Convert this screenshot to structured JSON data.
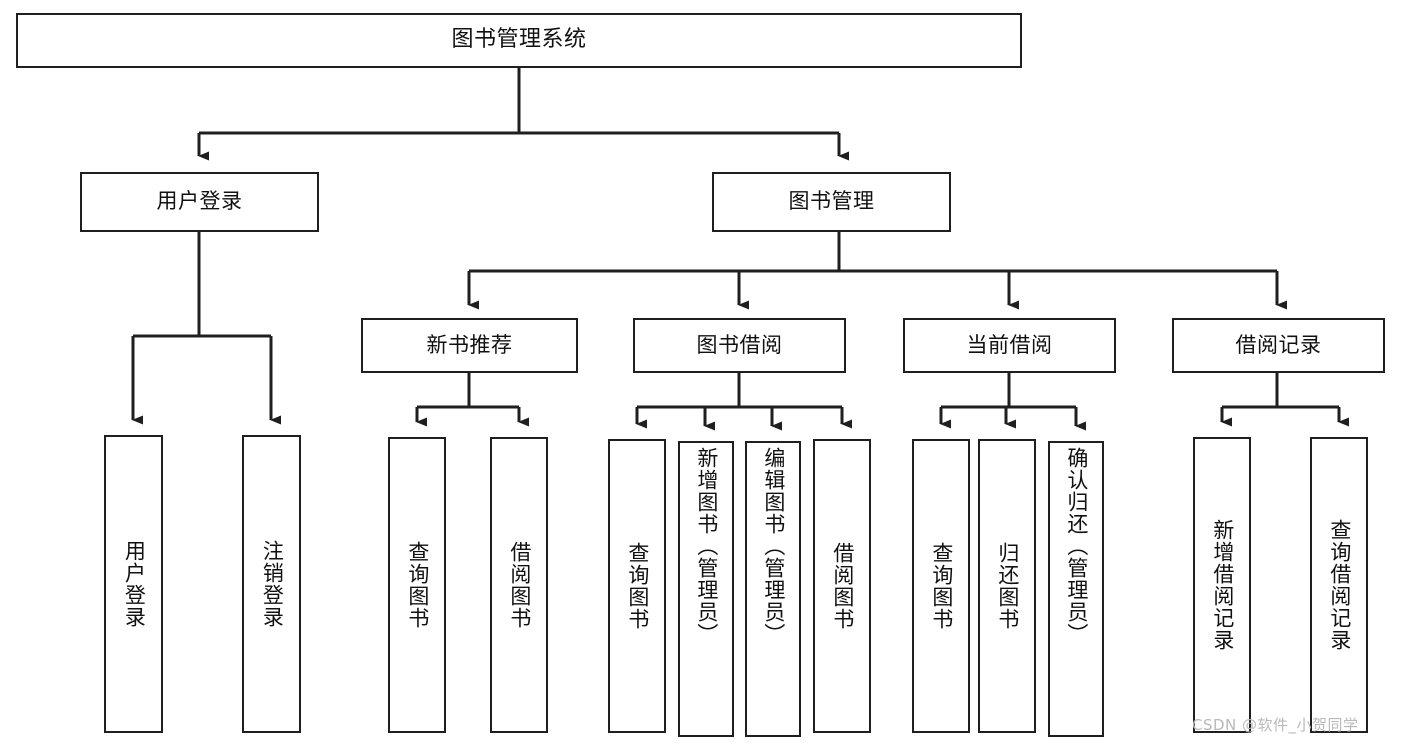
{
  "diagram": {
    "title": "图书管理系统",
    "watermark": "CSDN @软件_小贺同学",
    "colors": {
      "background": "#ffffff",
      "stroke": "#1f1f1f",
      "text": "#111111",
      "watermark": "#b9b9b9"
    },
    "root": {
      "label": "图书管理系统"
    },
    "level1": [
      {
        "label": "用户登录"
      },
      {
        "label": "图书管理"
      }
    ],
    "level2": [
      {
        "label": "新书推荐"
      },
      {
        "label": "图书借阅"
      },
      {
        "label": "当前借阅"
      },
      {
        "label": "借阅记录"
      }
    ],
    "leaves": {
      "user_login": [
        {
          "label": "用户登录"
        },
        {
          "label": "注销登录"
        }
      ],
      "new_book_recommend": [
        {
          "label": "查询图书"
        },
        {
          "label": "借阅图书"
        }
      ],
      "book_borrow": [
        {
          "label": "查询图书"
        },
        {
          "label": "新增图书（管理员）"
        },
        {
          "label": "编辑图书（管理员）"
        },
        {
          "label": "借阅图书"
        }
      ],
      "current_borrow": [
        {
          "label": "查询图书"
        },
        {
          "label": "归还图书"
        },
        {
          "label": "确认归还（管理员）"
        }
      ],
      "borrow_records": [
        {
          "label": "新增借阅记录"
        },
        {
          "label": "查询借阅记录"
        }
      ]
    }
  }
}
